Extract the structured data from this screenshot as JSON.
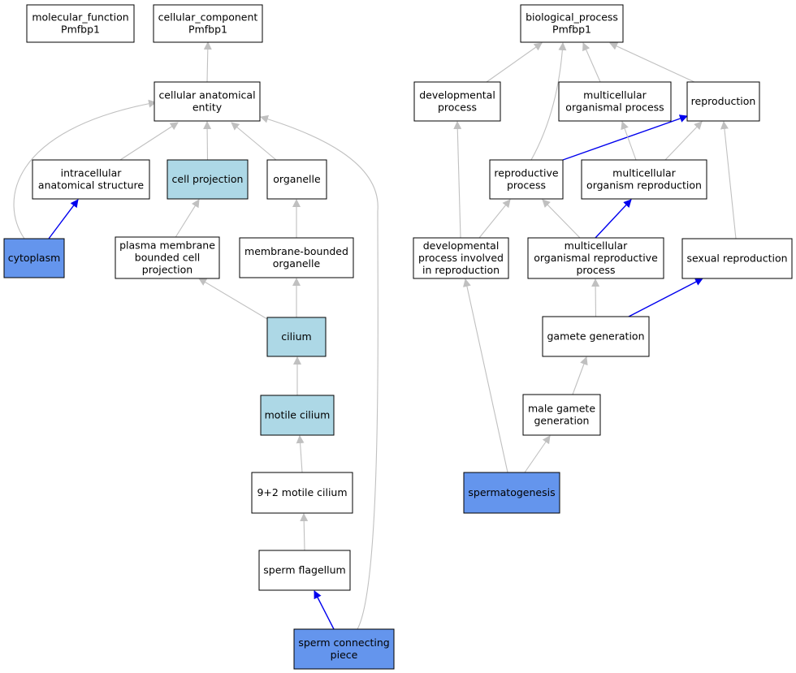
{
  "colors": {
    "plain": "#ffffff",
    "highlight_light": "#add8e6",
    "highlight_dark": "#6495ed",
    "edge_gray": "#c0c0c0",
    "edge_blue": "#0000ee"
  },
  "nodes": [
    {
      "id": "mf",
      "lines": [
        "molecular_function",
        "Pmfbp1"
      ],
      "style": "plain"
    },
    {
      "id": "cc",
      "lines": [
        "cellular_component",
        "Pmfbp1"
      ],
      "style": "plain"
    },
    {
      "id": "bp",
      "lines": [
        "biological_process",
        "Pmfbp1"
      ],
      "style": "plain"
    },
    {
      "id": "cae",
      "lines": [
        "cellular anatomical",
        "entity"
      ],
      "style": "plain"
    },
    {
      "id": "ias",
      "lines": [
        "intracellular",
        "anatomical structure"
      ],
      "style": "plain"
    },
    {
      "id": "cp",
      "lines": [
        "cell projection"
      ],
      "style": "highlight_light"
    },
    {
      "id": "org",
      "lines": [
        "organelle"
      ],
      "style": "plain"
    },
    {
      "id": "cyto",
      "lines": [
        "cytoplasm"
      ],
      "style": "highlight_dark"
    },
    {
      "id": "pmbcp",
      "lines": [
        "plasma membrane",
        "bounded cell",
        "projection"
      ],
      "style": "plain"
    },
    {
      "id": "mbo",
      "lines": [
        "membrane-bounded",
        "organelle"
      ],
      "style": "plain"
    },
    {
      "id": "cil",
      "lines": [
        "cilium"
      ],
      "style": "highlight_light"
    },
    {
      "id": "mcil",
      "lines": [
        "motile cilium"
      ],
      "style": "highlight_light"
    },
    {
      "id": "m92",
      "lines": [
        "9+2 motile cilium"
      ],
      "style": "plain"
    },
    {
      "id": "sf",
      "lines": [
        "sperm flagellum"
      ],
      "style": "plain"
    },
    {
      "id": "scp",
      "lines": [
        "sperm connecting",
        "piece"
      ],
      "style": "highlight_dark"
    },
    {
      "id": "dp",
      "lines": [
        "developmental",
        "process"
      ],
      "style": "plain"
    },
    {
      "id": "mop",
      "lines": [
        "multicellular",
        "organismal process"
      ],
      "style": "plain"
    },
    {
      "id": "rep",
      "lines": [
        "reproduction"
      ],
      "style": "plain"
    },
    {
      "id": "rp",
      "lines": [
        "reproductive",
        "process"
      ],
      "style": "plain"
    },
    {
      "id": "mor",
      "lines": [
        "multicellular",
        "organism reproduction"
      ],
      "style": "plain"
    },
    {
      "id": "dpir",
      "lines": [
        "developmental",
        "process involved",
        "in reproduction"
      ],
      "style": "plain"
    },
    {
      "id": "morp",
      "lines": [
        "multicellular",
        "organismal reproductive",
        "process"
      ],
      "style": "plain"
    },
    {
      "id": "sr",
      "lines": [
        "sexual reproduction"
      ],
      "style": "plain"
    },
    {
      "id": "gg",
      "lines": [
        "gamete generation"
      ],
      "style": "plain"
    },
    {
      "id": "mgg",
      "lines": [
        "male gamete",
        "generation"
      ],
      "style": "plain"
    },
    {
      "id": "sperm",
      "lines": [
        "spermatogenesis"
      ],
      "style": "highlight_dark"
    }
  ],
  "edges": [
    {
      "from": "cae",
      "to": "cc",
      "kind": "gray"
    },
    {
      "from": "ias",
      "to": "cae",
      "kind": "gray"
    },
    {
      "from": "cp",
      "to": "cae",
      "kind": "gray"
    },
    {
      "from": "org",
      "to": "cae",
      "kind": "gray"
    },
    {
      "from": "cyto",
      "to": "cae",
      "kind": "gray"
    },
    {
      "from": "cyto",
      "to": "ias",
      "kind": "blue"
    },
    {
      "from": "pmbcp",
      "to": "cp",
      "kind": "gray"
    },
    {
      "from": "mbo",
      "to": "org",
      "kind": "gray"
    },
    {
      "from": "cil",
      "to": "pmbcp",
      "kind": "gray"
    },
    {
      "from": "cil",
      "to": "mbo",
      "kind": "gray"
    },
    {
      "from": "mcil",
      "to": "cil",
      "kind": "gray"
    },
    {
      "from": "m92",
      "to": "mcil",
      "kind": "gray"
    },
    {
      "from": "sf",
      "to": "m92",
      "kind": "gray"
    },
    {
      "from": "scp",
      "to": "sf",
      "kind": "blue"
    },
    {
      "from": "scp",
      "to": "cae",
      "kind": "gray"
    },
    {
      "from": "dp",
      "to": "bp",
      "kind": "gray"
    },
    {
      "from": "mop",
      "to": "bp",
      "kind": "gray"
    },
    {
      "from": "rep",
      "to": "bp",
      "kind": "gray"
    },
    {
      "from": "rp",
      "to": "bp",
      "kind": "gray"
    },
    {
      "from": "rp",
      "to": "rep",
      "kind": "blue"
    },
    {
      "from": "mor",
      "to": "mop",
      "kind": "gray"
    },
    {
      "from": "mor",
      "to": "rep",
      "kind": "gray"
    },
    {
      "from": "dpir",
      "to": "dp",
      "kind": "gray"
    },
    {
      "from": "dpir",
      "to": "rp",
      "kind": "gray"
    },
    {
      "from": "morp",
      "to": "rp",
      "kind": "gray"
    },
    {
      "from": "morp",
      "to": "mor",
      "kind": "blue"
    },
    {
      "from": "sr",
      "to": "rep",
      "kind": "gray"
    },
    {
      "from": "gg",
      "to": "morp",
      "kind": "gray"
    },
    {
      "from": "gg",
      "to": "sr",
      "kind": "blue"
    },
    {
      "from": "mgg",
      "to": "gg",
      "kind": "gray"
    },
    {
      "from": "sperm",
      "to": "mgg",
      "kind": "gray"
    },
    {
      "from": "sperm",
      "to": "dpir",
      "kind": "gray"
    }
  ]
}
